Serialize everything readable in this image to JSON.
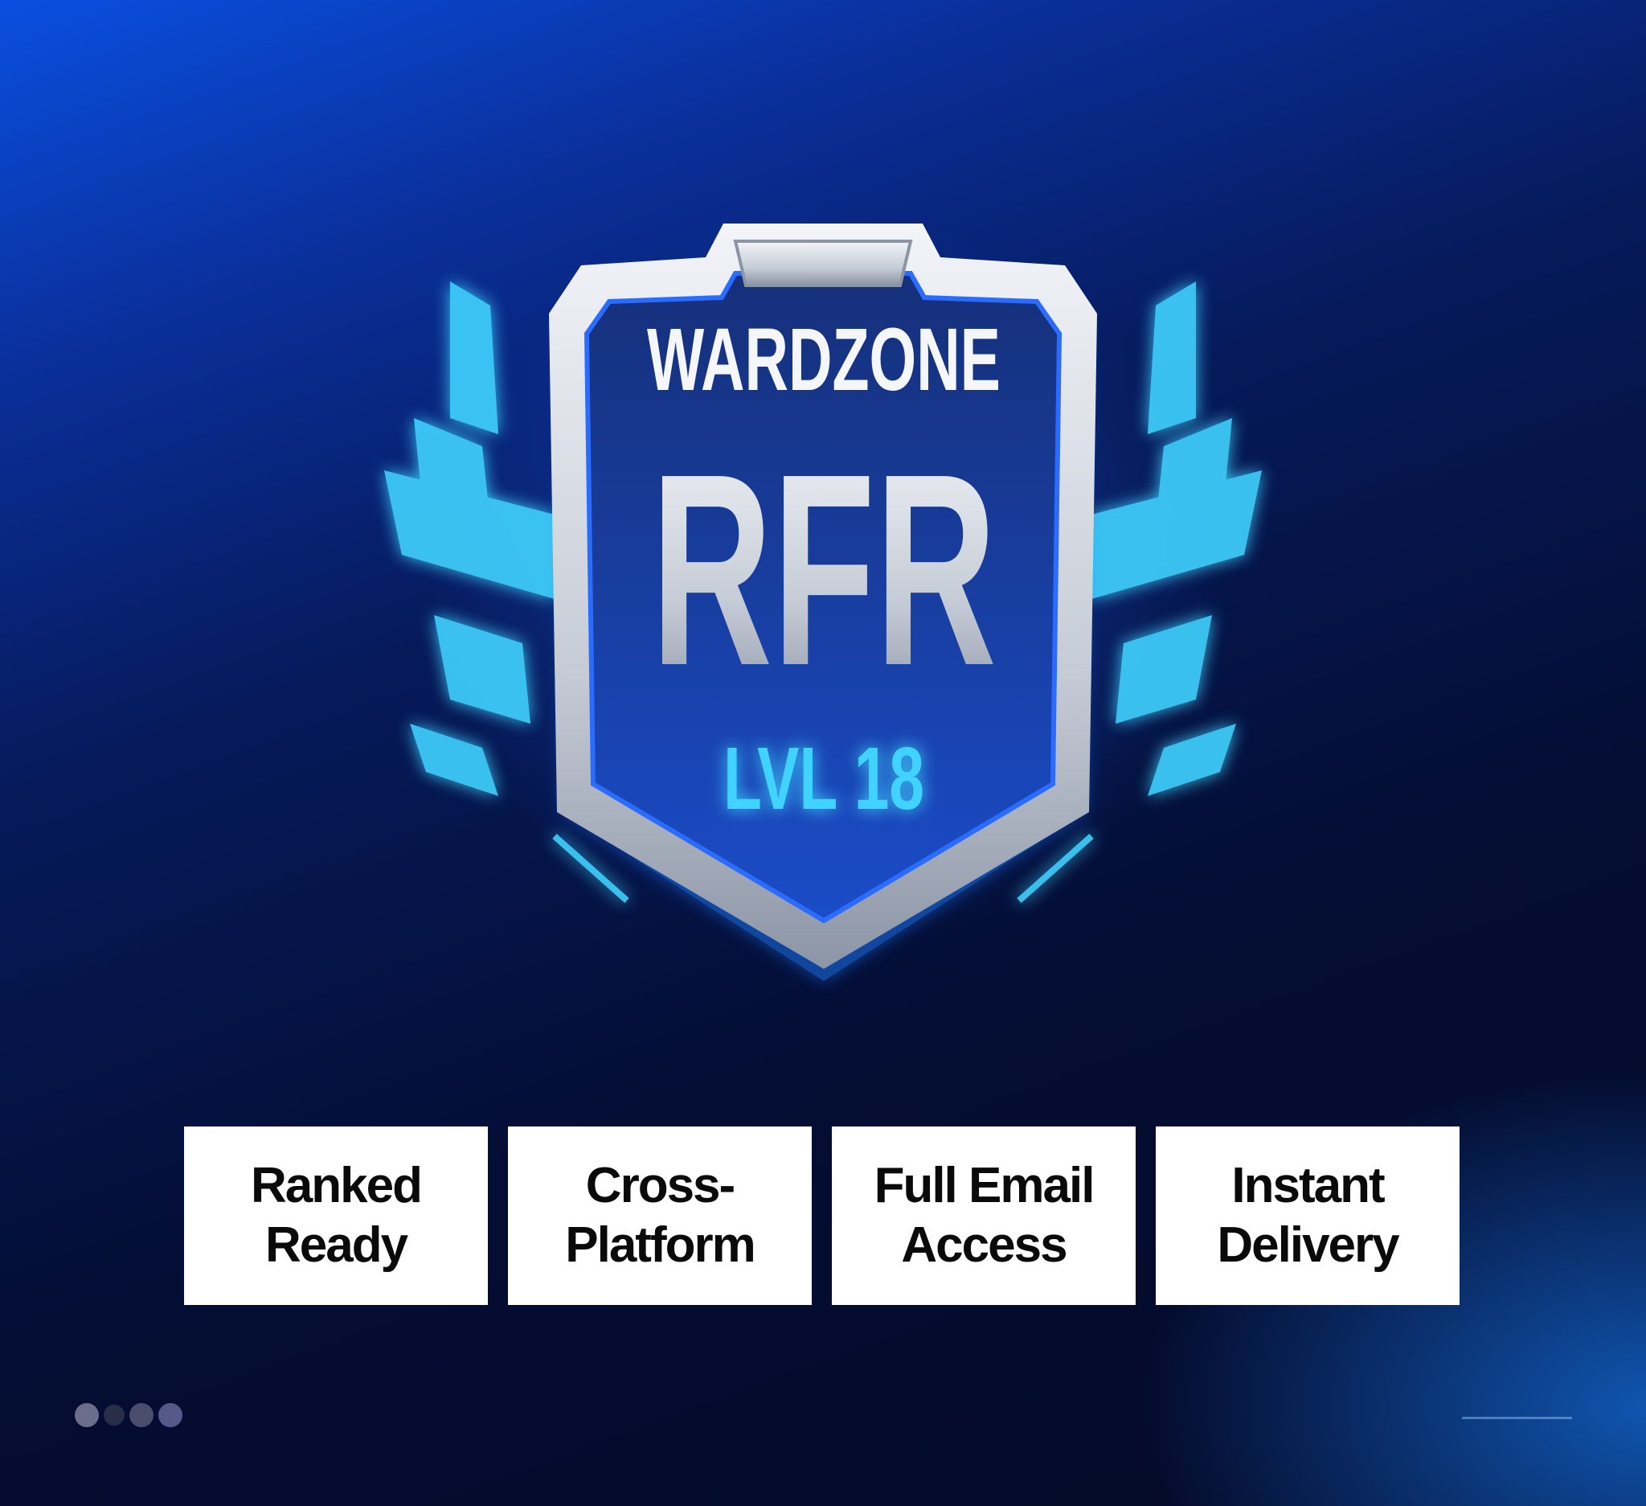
{
  "badge": {
    "title": "WARDZONE",
    "abbreviation": "RFR",
    "level": "LVL 18",
    "accent_color": "#3fd3ff",
    "frame_color": "#c9ced8"
  },
  "features": [
    {
      "label": "Ranked\nReady"
    },
    {
      "label": "Cross-\nPlatform"
    },
    {
      "label": "Full Email\nAccess"
    },
    {
      "label": "Instant\nDelivery"
    }
  ],
  "carousel": {
    "total": 4,
    "active": 0
  }
}
